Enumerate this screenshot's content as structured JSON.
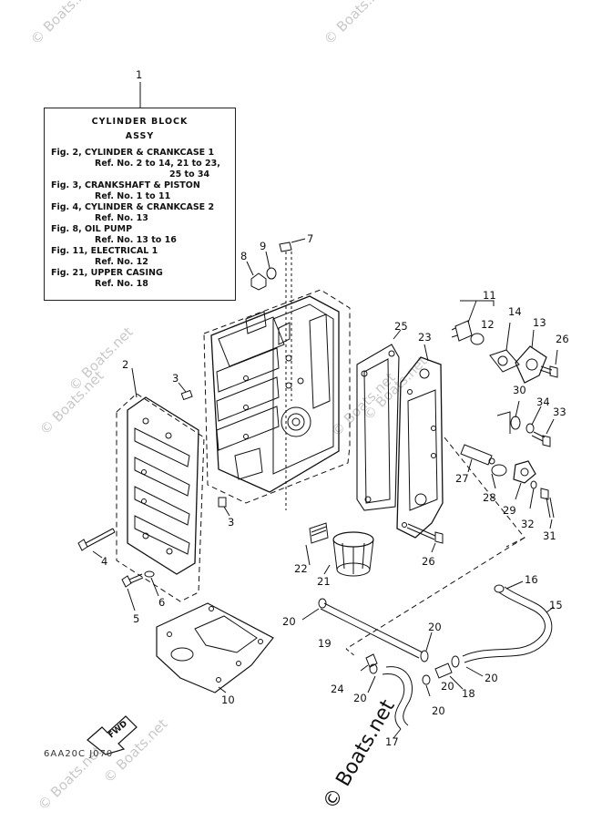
{
  "legend": {
    "title": "CYLINDER BLOCK",
    "subtitle": "ASSY",
    "lines": [
      {
        "fig": "Fig. 2, CYLINDER & CRANKCASE 1",
        "refs": [
          "Ref. No. 2 to 14, 21 to 23,",
          "25 to 34"
        ]
      },
      {
        "fig": "Fig. 3, CRANKSHAFT & PISTON",
        "refs": [
          "Ref. No. 1 to 11"
        ]
      },
      {
        "fig": "Fig. 4, CYLINDER & CRANKCASE 2",
        "refs": [
          "Ref. No. 13"
        ]
      },
      {
        "fig": "Fig. 8, OIL PUMP",
        "refs": [
          "Ref. No. 13 to 16"
        ]
      },
      {
        "fig": "Fig. 11, ELECTRICAL 1",
        "refs": [
          "Ref. No. 12"
        ]
      },
      {
        "fig": "Fig. 21, UPPER CASING",
        "refs": [
          "Ref. No. 18"
        ]
      }
    ]
  },
  "callouts": [
    "1",
    "2",
    "3",
    "3",
    "4",
    "5",
    "6",
    "7",
    "8",
    "9",
    "10",
    "11",
    "12",
    "13",
    "14",
    "15",
    "16",
    "17",
    "18",
    "19",
    "20",
    "20",
    "20",
    "20",
    "20",
    "20",
    "21",
    "22",
    "23",
    "24",
    "25",
    "26",
    "26",
    "27",
    "28",
    "29",
    "30",
    "31",
    "32",
    "33",
    "34"
  ],
  "fwd_label": "FWD",
  "diagram_code": "6AA20C J070",
  "watermarks": [
    "© Boats.net",
    "© Boats.net",
    "© Boats.net",
    "© Boats.net",
    "© Boats.net",
    "© Boats.net",
    "© Boats.net",
    "© Boats.net"
  ],
  "watermark_big": "© Boats.net"
}
